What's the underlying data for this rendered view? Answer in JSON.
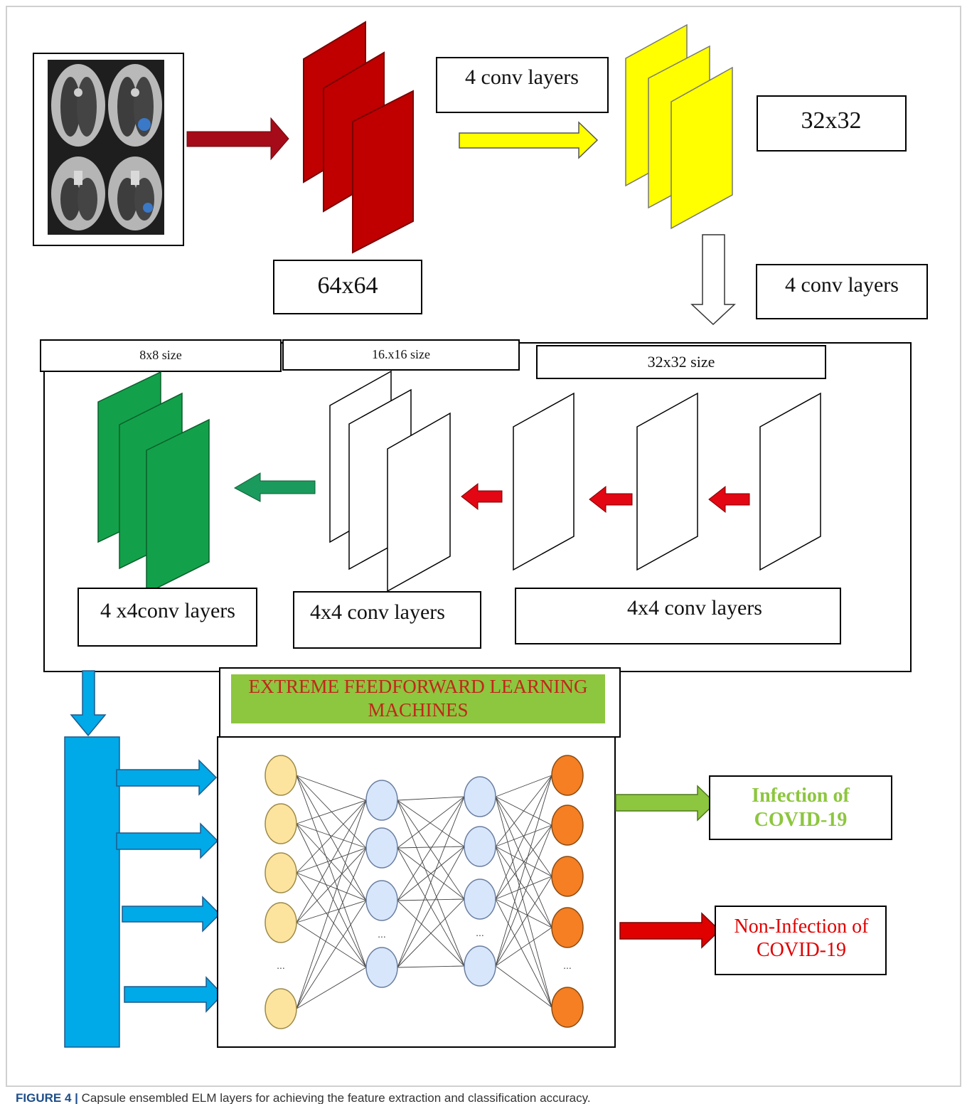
{
  "labels": {
    "top_conv": "4 conv layers",
    "size_64": "64x64",
    "size_32": "32x32",
    "right_conv": "4 conv layers",
    "hdr_8": "8x8 size",
    "hdr_16": "16.x16 size",
    "hdr_32": "32x32 size",
    "bottom_conv_left": "4 x4conv layers",
    "bottom_conv_mid": "4x4 conv layers",
    "bottom_conv_right": "4x4 conv layers",
    "elm_title_line1": "EXTREME FEEDFORWARD LEARNING",
    "elm_title_line2": "MACHINES",
    "dots": "...",
    "out_infection_line1": "Infection of",
    "out_infection_line2": "COVID-19",
    "out_noninfection_line1": "Non-Infection of",
    "out_noninfection_line2": "COVID-19"
  },
  "caption": {
    "figure_label": "FIGURE 4 |",
    "text": " Capsule ensembled ELM layers for achieving the feature extraction and classification accuracy."
  },
  "colors": {
    "red_feature": "#c00000",
    "yellow_feature": "#ffff00",
    "green_feature": "#12a14a",
    "blue_bar": "#00a9e8",
    "elm_banner": "#8dc63f",
    "input_node": "#fde49e",
    "hidden_node": "#d7e6fb",
    "output_node": "#f57f22",
    "infection_text": "#8dc63f",
    "noninfection_text": "#e00000"
  }
}
